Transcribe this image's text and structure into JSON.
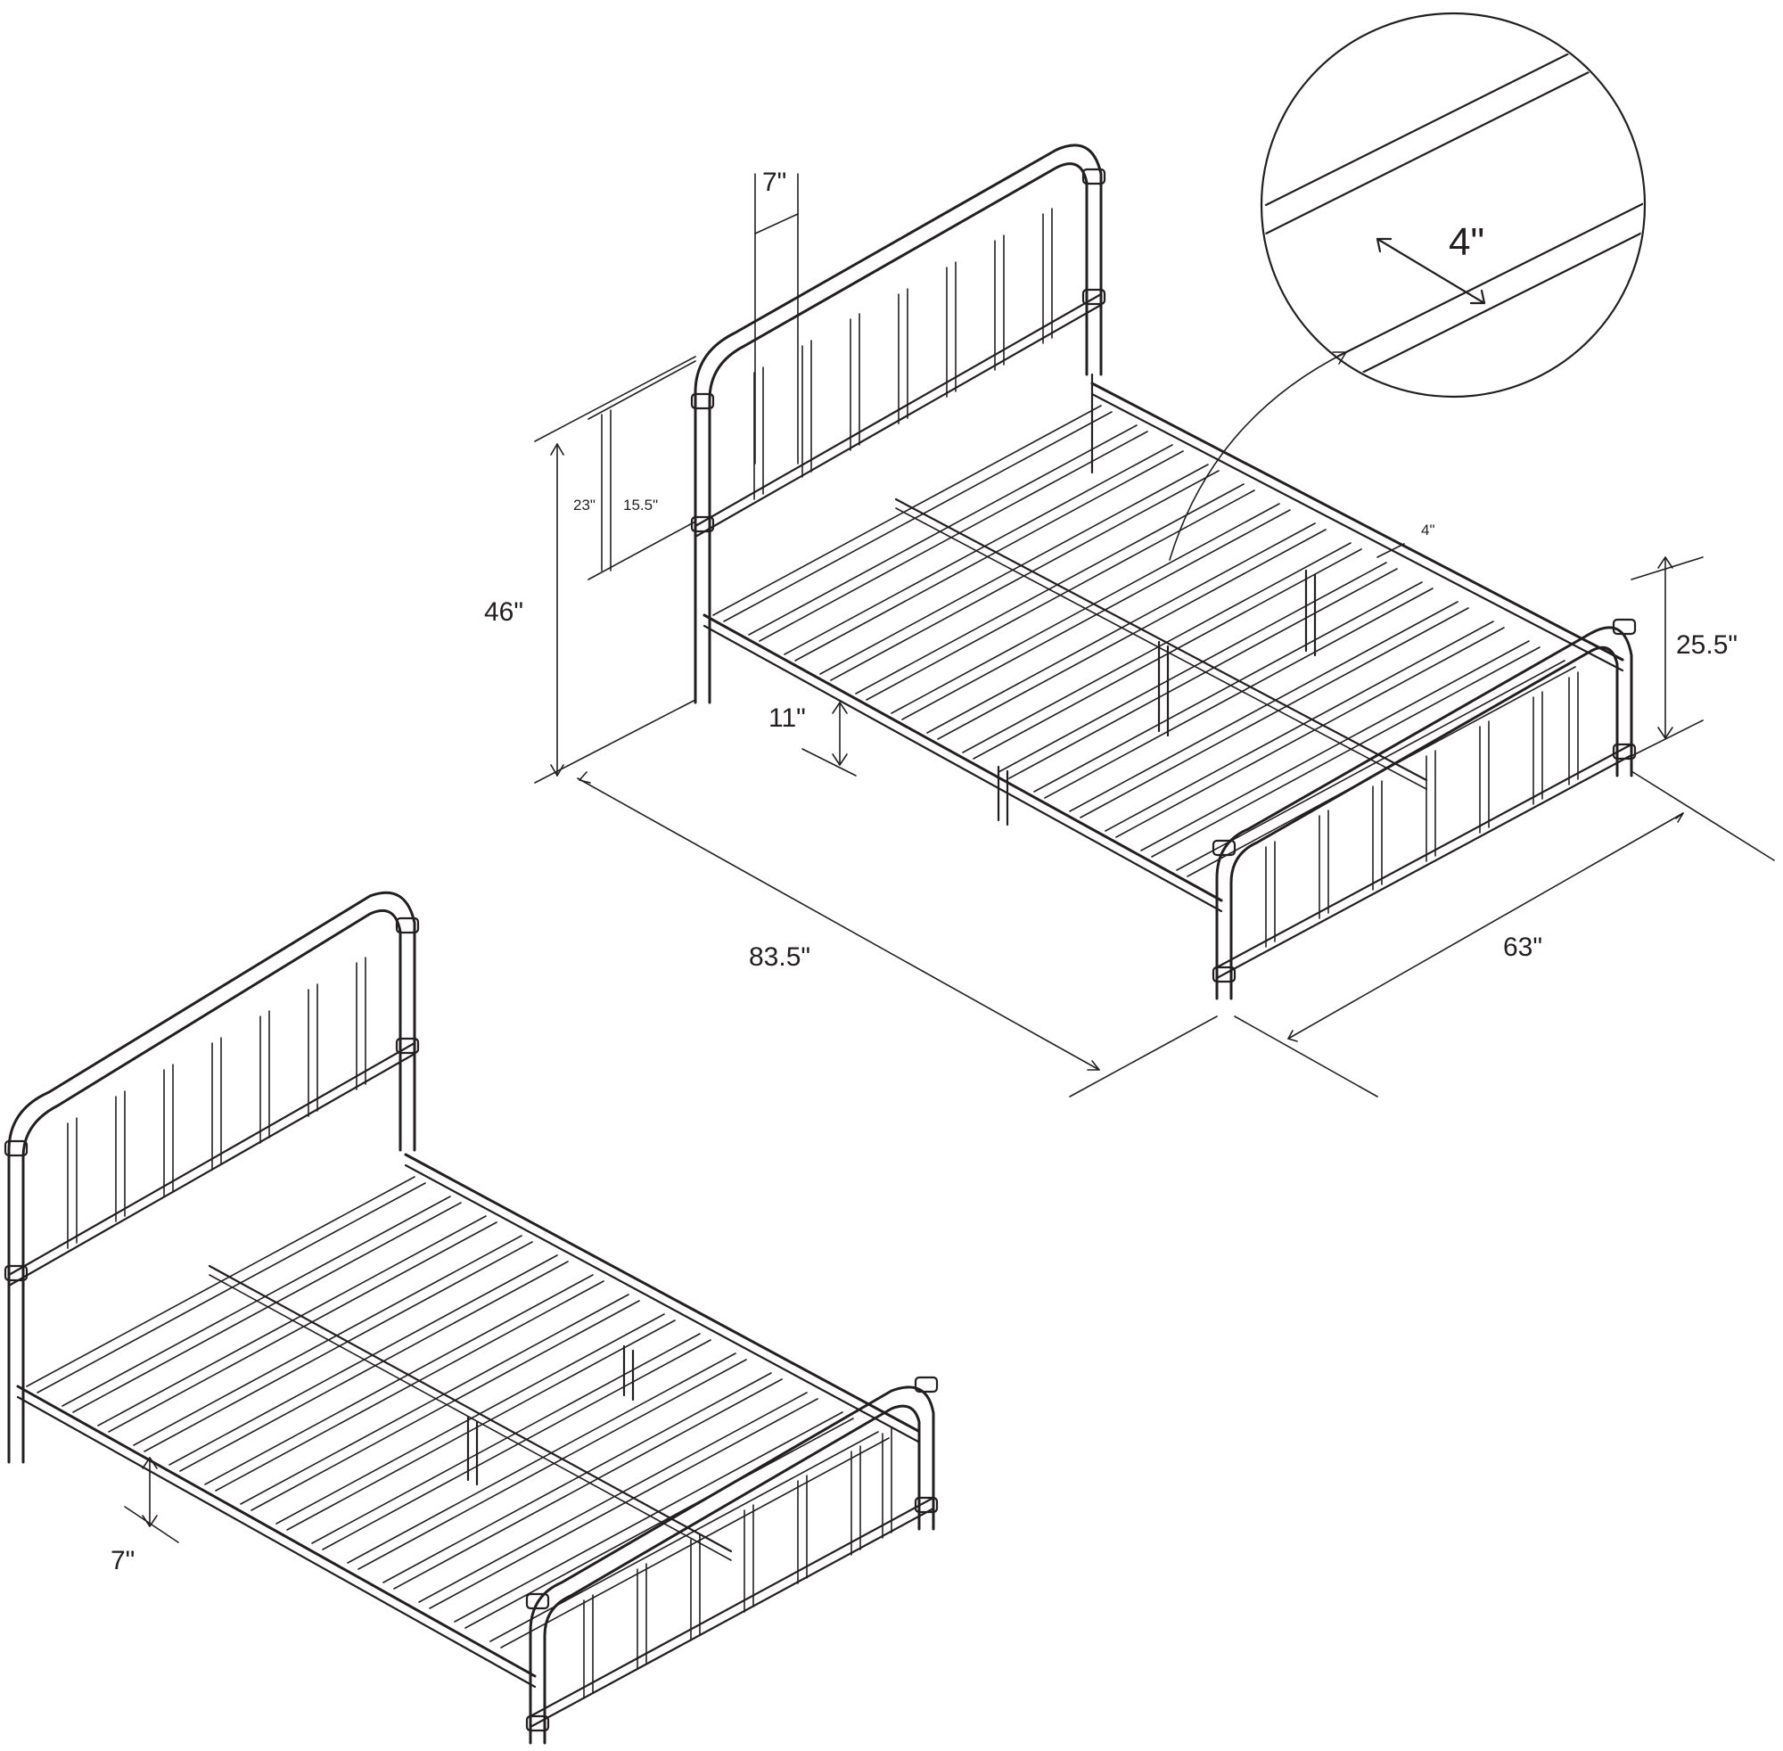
{
  "diagram": {
    "dimensions": {
      "headboard_post_spacing": "7\"",
      "headboard_panel_height": "23\"",
      "headboard_spindle_span": "15.5\"",
      "overall_height": "46\"",
      "under_bed_clearance": "11\"",
      "overall_length": "83.5\"",
      "overall_width": "63\"",
      "footboard_height": "25.5\"",
      "slat_spacing": "4\"",
      "detail_slat_spacing": "4\"",
      "alt_under_bed_clearance": "7\""
    },
    "colors": {
      "line": "#231f20",
      "background": "#ffffff"
    }
  }
}
